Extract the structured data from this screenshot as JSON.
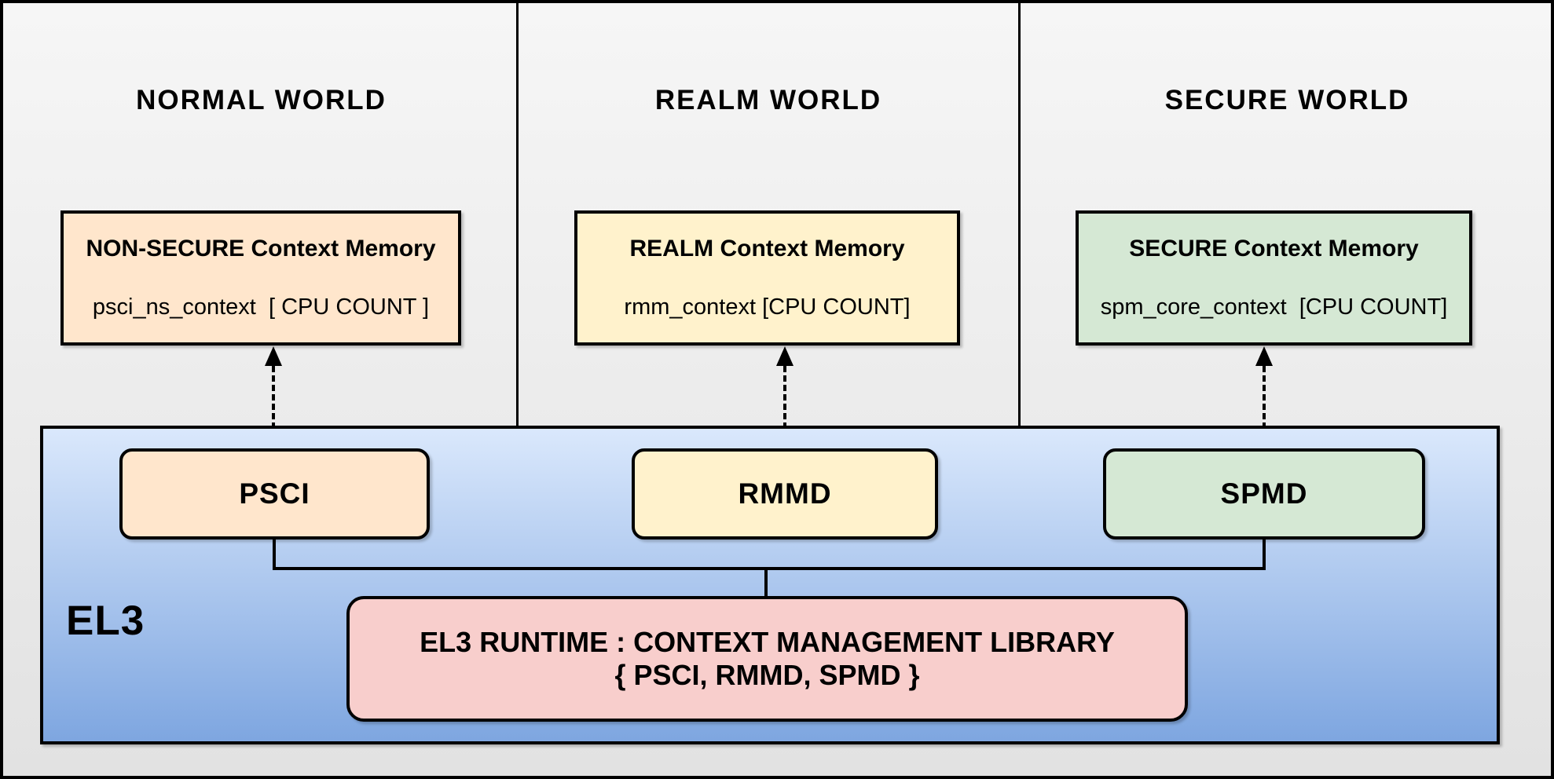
{
  "diagram": {
    "worlds": [
      {
        "title": "NORMAL WORLD",
        "memory_title": "NON-SECURE Context Memory",
        "memory_detail": "psci_ns_context  [ CPU COUNT ]",
        "service": "PSCI",
        "fill": "#ffe6cc"
      },
      {
        "title": "REALM WORLD",
        "memory_title": "REALM Context Memory",
        "memory_detail": "rmm_context [CPU COUNT]",
        "service": "RMMD",
        "fill": "#fff2cc"
      },
      {
        "title": "SECURE WORLD",
        "memory_title": "SECURE Context Memory",
        "memory_detail": "spm_core_context  [CPU COUNT]",
        "service": "SPMD",
        "fill": "#d5e8d4"
      }
    ],
    "el3": {
      "label": "EL3",
      "runtime_title": "EL3 RUNTIME : CONTEXT MANAGEMENT LIBRARY",
      "runtime_subtitle": "{ PSCI, RMMD, SPMD }",
      "region_fill_top": "#dae8fc",
      "region_fill_bottom": "#7ea6e0",
      "runtime_fill": "#f8cecc"
    },
    "colors": {
      "background": "#eeeeee",
      "line": "#000000"
    }
  }
}
